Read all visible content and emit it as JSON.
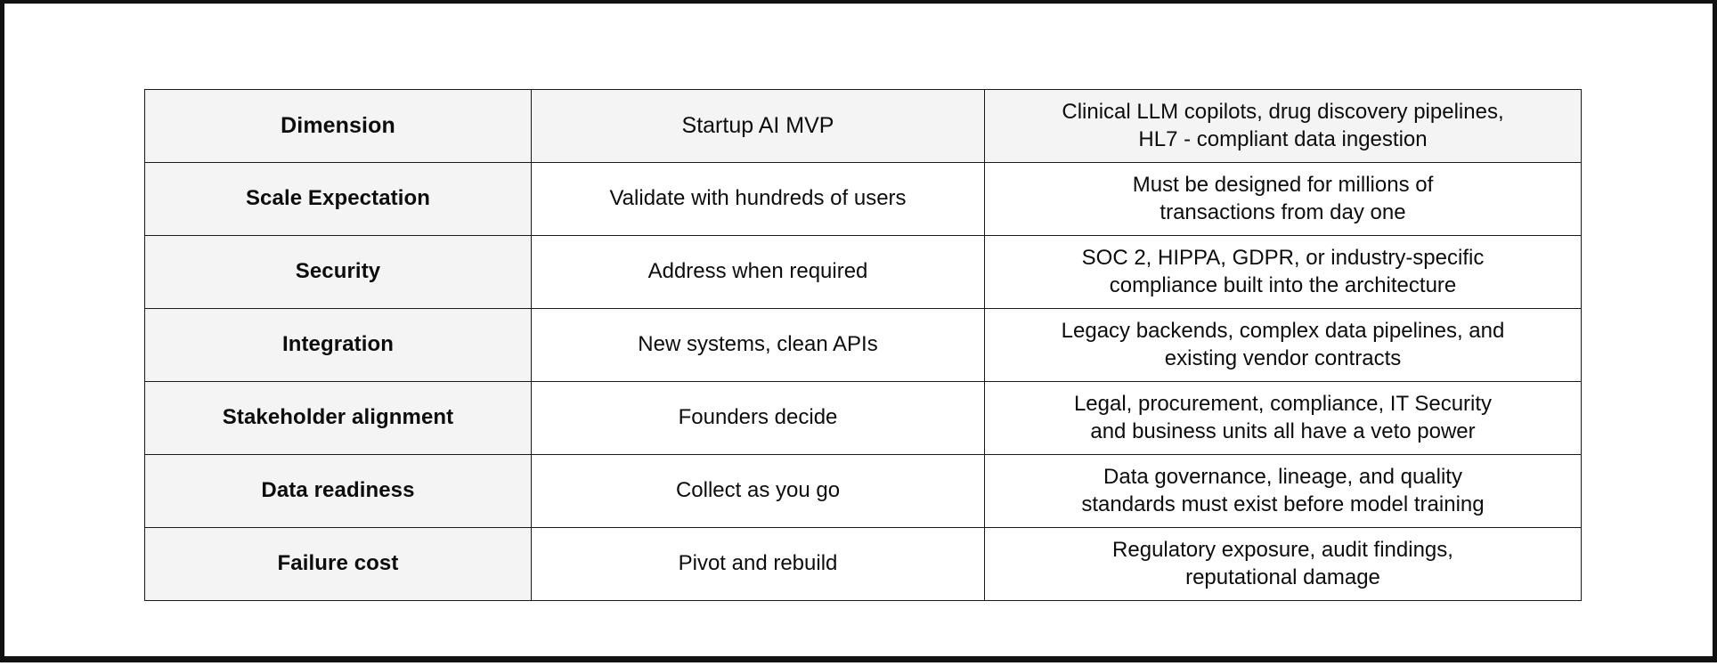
{
  "slide": {
    "background_color": "#ffffff",
    "frame_color": "#111111",
    "header_fill": "#f4f4f4",
    "body_fill": "#ffffff",
    "border_color": "#1a1a1a",
    "text_color": "#0d0d0d"
  },
  "table": {
    "name": "startup-vs-enterprise-ai-comparison",
    "columns": [
      "Dimension",
      "Startup AI MVP",
      "Clinical LLM copilots, drug discovery pipelines, HL7 - compliant data ingestion"
    ],
    "header": {
      "dimension": {
        "lines": [
          "Dimension"
        ]
      },
      "startup": {
        "lines": [
          "Startup AI MVP"
        ]
      },
      "enterprise": {
        "lines": [
          "Clinical LLM copilots, drug discovery pipelines,",
          "HL7 - compliant data ingestion"
        ]
      }
    },
    "rows": [
      {
        "dimension": {
          "lines": [
            "Scale Expectation"
          ]
        },
        "startup": {
          "lines": [
            "Validate with hundreds of users"
          ]
        },
        "enterprise": {
          "lines": [
            "Must be designed for millions of",
            "transactions from day one"
          ]
        }
      },
      {
        "dimension": {
          "lines": [
            "Security"
          ]
        },
        "startup": {
          "lines": [
            "Address when required"
          ]
        },
        "enterprise": {
          "lines": [
            "SOC 2, HIPPA, GDPR, or industry-specific",
            "compliance built into the architecture"
          ]
        }
      },
      {
        "dimension": {
          "lines": [
            "Integration"
          ]
        },
        "startup": {
          "lines": [
            "New systems, clean APIs"
          ]
        },
        "enterprise": {
          "lines": [
            "Legacy backends, complex data pipelines, and",
            "existing vendor contracts"
          ]
        }
      },
      {
        "dimension": {
          "lines": [
            "Stakeholder alignment"
          ]
        },
        "startup": {
          "lines": [
            "Founders decide"
          ]
        },
        "enterprise": {
          "lines": [
            "Legal, procurement, compliance, IT Security",
            "and business units all have a veto power"
          ]
        }
      },
      {
        "dimension": {
          "lines": [
            "Data readiness"
          ]
        },
        "startup": {
          "lines": [
            "Collect as you go"
          ]
        },
        "enterprise": {
          "lines": [
            "Data governance, lineage, and quality",
            "standards must exist before model training"
          ]
        }
      },
      {
        "dimension": {
          "lines": [
            "Failure cost"
          ]
        },
        "startup": {
          "lines": [
            "Pivot and rebuild"
          ]
        },
        "enterprise": {
          "lines": [
            "Regulatory exposure, audit findings,",
            "reputational damage"
          ]
        }
      }
    ]
  }
}
